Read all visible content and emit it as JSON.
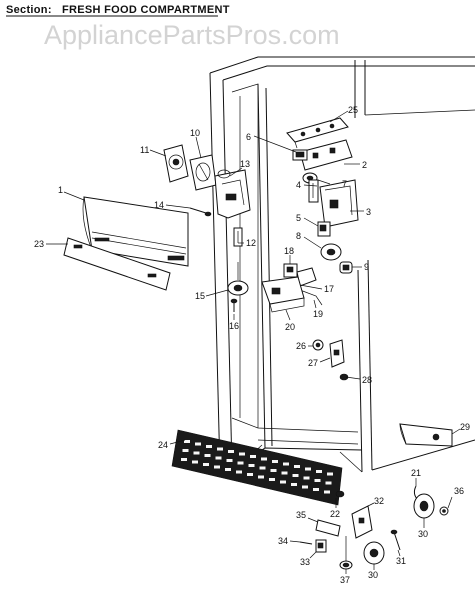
{
  "header": {
    "section_label": "Section:",
    "section_title": "FRESH FOOD COMPARTMENT"
  },
  "watermark": "AppliancePartsPros.com",
  "callouts": [
    "1",
    "2",
    "3",
    "4",
    "5",
    "6",
    "7",
    "8",
    "9",
    "10",
    "11",
    "12",
    "13",
    "14",
    "15",
    "16",
    "17",
    "18",
    "19",
    "20",
    "21",
    "22",
    "23",
    "24",
    "25",
    "26",
    "27",
    "28",
    "29",
    "30",
    "30",
    "31",
    "32",
    "33",
    "34",
    "35",
    "36",
    "37"
  ]
}
